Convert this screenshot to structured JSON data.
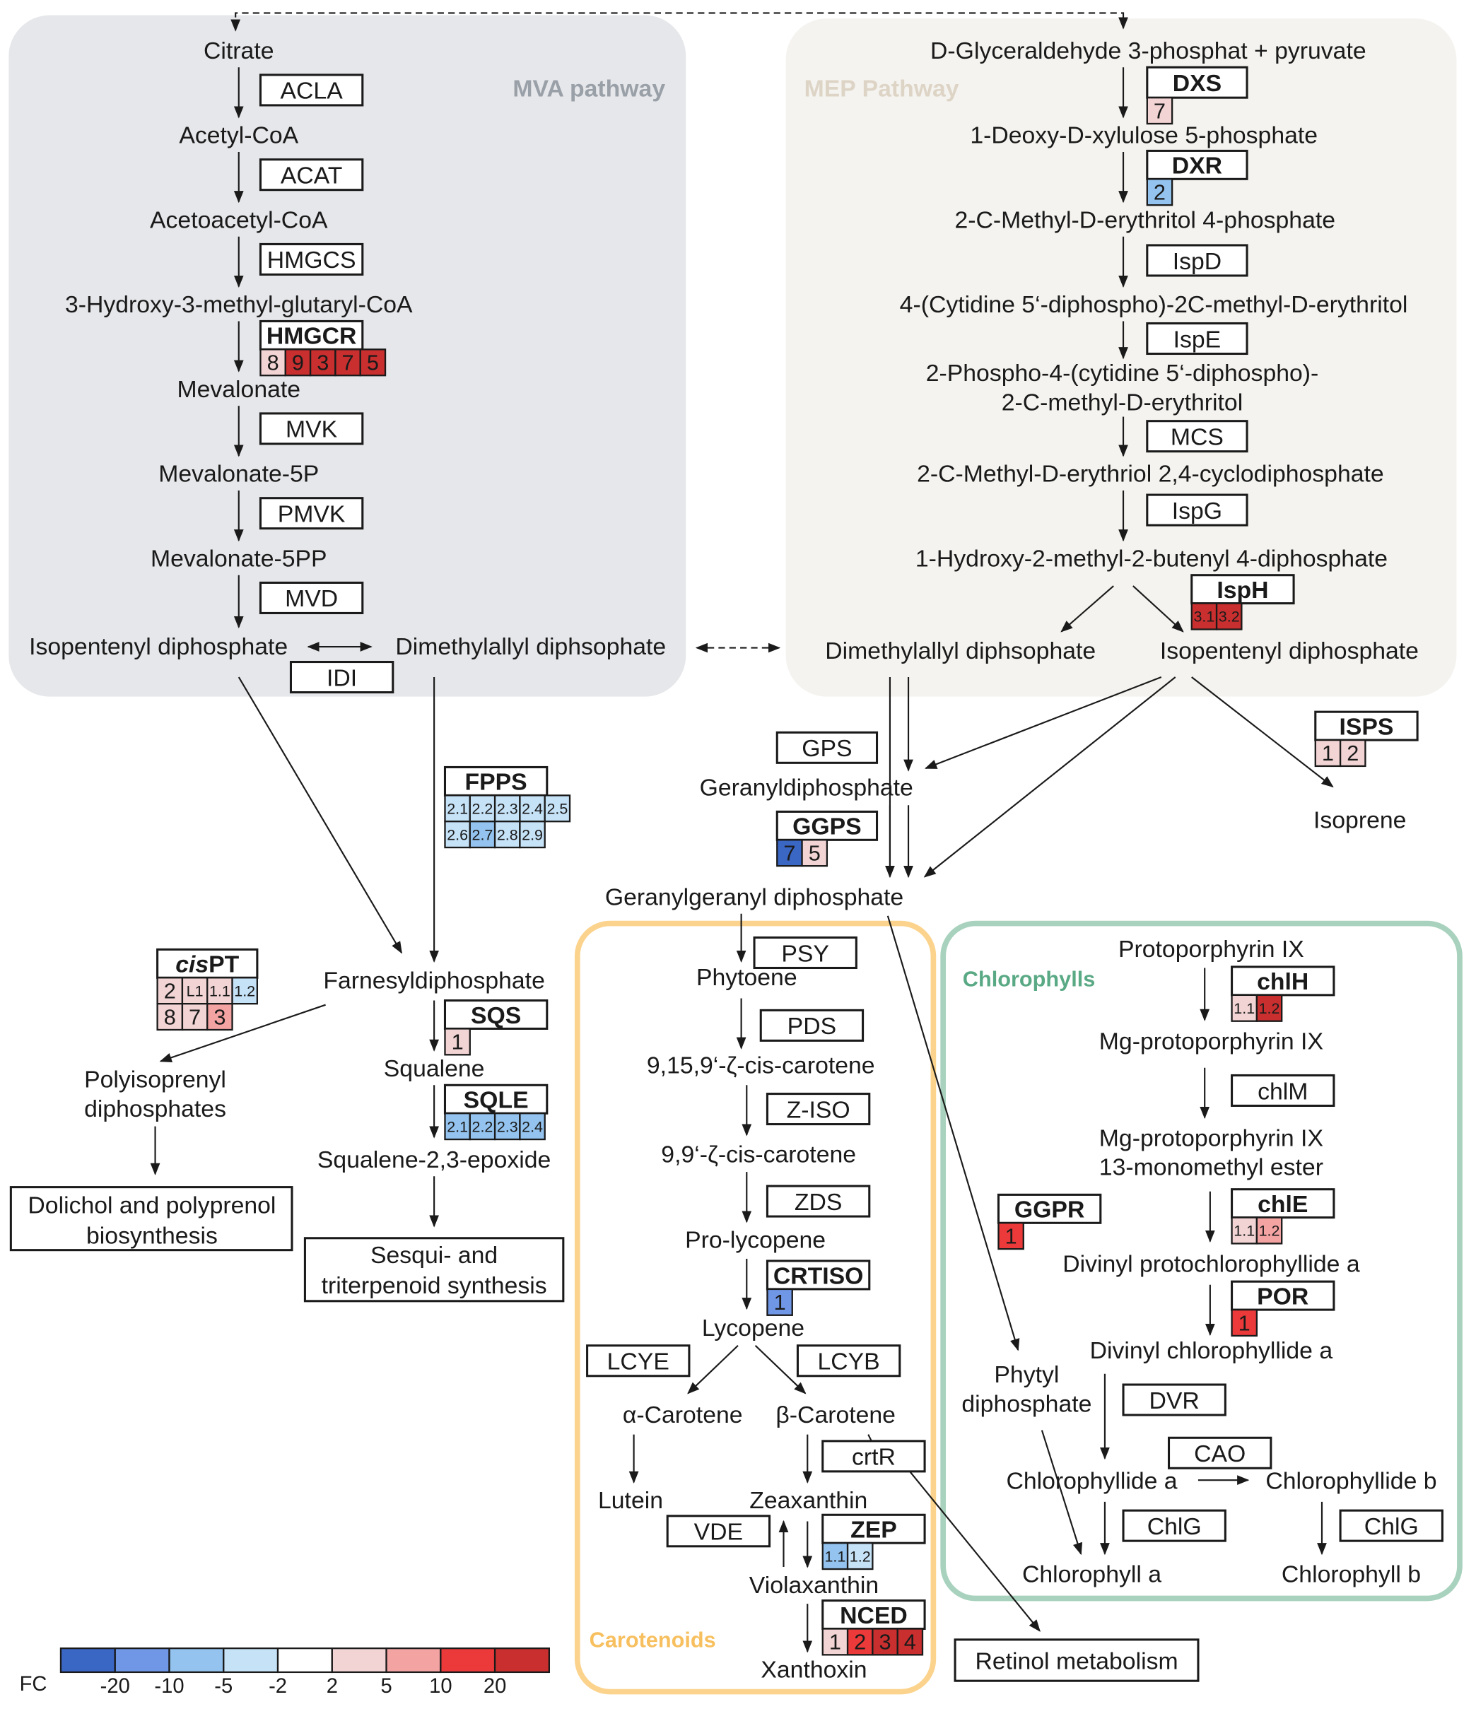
{
  "panels": {
    "mva": "MVA pathway",
    "mep": "MEP Pathway",
    "carotenoids": "Carotenoids",
    "chlorophylls": "Chlorophylls"
  },
  "colors": {
    "mva_bg": "#e6e7ea",
    "mep_bg": "#f4f3ef",
    "mva_title": "#9aa0a8",
    "mep_title": "#ddd4c6",
    "carotenoid_border": "#fbd38d",
    "carotenoid_title": "#f7bf5e",
    "chlorophyll_border": "#a8d2bd",
    "chlorophyll_title": "#5aa985"
  },
  "metabolites": {
    "citrate": "Citrate",
    "acetyl_coa": "Acetyl-CoA",
    "acetoacetyl_coa": "Acetoacetyl-CoA",
    "hmg_coa": "3-Hydroxy-3-methyl-glutaryl-CoA",
    "mevalonate": "Mevalonate",
    "mevalonate_5p": "Mevalonate-5P",
    "mevalonate_5pp": "Mevalonate-5PP",
    "ipp_mva": "Isopentenyl diphosphate",
    "dmapp_mva": "Dimethylallyl diphsophate",
    "gap_pyr": "D-Glyceraldehyde 3-phosphat + pyruvate",
    "dxp": "1-Deoxy-D-xylulose 5-phosphate",
    "mep": "2-C-Methyl-D-erythritol 4-phosphate",
    "cdp_me": "4-(Cytidine 5‘-diphospho)-2C-methyl-D-erythritol",
    "cdp_mep_1": "2-Phospho-4-(cytidine 5‘-diphospho)-",
    "cdp_mep_2": "2-C-methyl-D-erythritol",
    "mecpp": "2-C-Methyl-D-erythriol 2,4-cyclodiphosphate",
    "hmbpp": "1-Hydroxy-2-methyl-2-butenyl 4-diphosphate",
    "dmapp_mep": "Dimethylallyl diphsophate",
    "ipp_mep": "Isopentenyl diphosphate",
    "gpp": "Geranyldiphosphate",
    "isoprene": "Isoprene",
    "ggpp": "Geranylgeranyl diphosphate",
    "fpp": "Farnesyldiphosphate",
    "squalene": "Squalene",
    "squalene_epoxide": "Squalene-2,3-epoxide",
    "polyprenyl_1": "Polyisoprenyl",
    "polyprenyl_2": "diphosphates",
    "phytoene": "Phytoene",
    "zeta_carotene_1": "9,15,9‘-ζ-cis-carotene",
    "zeta_carotene_2": "9,9‘-ζ-cis-carotene",
    "prolycopene": "Pro-lycopene",
    "lycopene": "Lycopene",
    "alpha_carotene": "α-Carotene",
    "beta_carotene": "β-Carotene",
    "lutein": "Lutein",
    "zeaxanthin": "Zeaxanthin",
    "violaxanthin": "Violaxanthin",
    "xanthoxin": "Xanthoxin",
    "protoporphyrin": "Protoporphyrin IX",
    "mg_proto": "Mg-protoporphyrin IX",
    "mg_proto_me_1": "Mg-protoporphyrin IX",
    "mg_proto_me_2": "13-monomethyl ester",
    "dv_pchlide": "Divinyl protochlorophyllide a",
    "dv_chlide": "Divinyl chlorophyllide a",
    "phytyl_1": "Phytyl",
    "phytyl_2": "diphosphate",
    "chlide_a": "Chlorophyllide a",
    "chlide_b": "Chlorophyllide b",
    "chl_a": "Chlorophyll a",
    "chl_b": "Chlorophyll b"
  },
  "endpoints": {
    "dolichol_1": "Dolichol and polyprenol",
    "dolichol_2": "biosynthesis",
    "sesqui_1": "Sesqui- and",
    "sesqui_2": "triterpenoid synthesis",
    "retinol": "Retinol metabolism"
  },
  "enzymes": [
    {
      "id": "ACLA",
      "label": "ACLA",
      "bold": false,
      "cells": []
    },
    {
      "id": "ACAT",
      "label": "ACAT",
      "bold": false,
      "cells": []
    },
    {
      "id": "HMGCS",
      "label": "HMGCS",
      "bold": false,
      "cells": []
    },
    {
      "id": "HMGCR",
      "label": "HMGCR",
      "bold": true,
      "cells": [
        [
          {
            "t": "8",
            "fc": 2
          },
          {
            "t": "9",
            "fc": 20
          },
          {
            "t": "3",
            "fc": 20
          },
          {
            "t": "7",
            "fc": 20
          },
          {
            "t": "5",
            "fc": 20
          }
        ]
      ]
    },
    {
      "id": "MVK",
      "label": "MVK",
      "bold": false,
      "cells": []
    },
    {
      "id": "PMVK",
      "label": "PMVK",
      "bold": false,
      "cells": []
    },
    {
      "id": "MVD",
      "label": "MVD",
      "bold": false,
      "cells": []
    },
    {
      "id": "IDI",
      "label": "IDI",
      "bold": false,
      "cells": []
    },
    {
      "id": "DXS",
      "label": "DXS",
      "bold": true,
      "cells": [
        [
          {
            "t": "7",
            "fc": 2
          }
        ]
      ]
    },
    {
      "id": "DXR",
      "label": "DXR",
      "bold": true,
      "cells": [
        [
          {
            "t": "2",
            "fc": -5
          }
        ]
      ]
    },
    {
      "id": "IspD",
      "label": "IspD",
      "bold": false,
      "cells": []
    },
    {
      "id": "IspE",
      "label": "IspE",
      "bold": false,
      "cells": []
    },
    {
      "id": "MCS",
      "label": "MCS",
      "bold": false,
      "cells": []
    },
    {
      "id": "IspG",
      "label": "IspG",
      "bold": false,
      "cells": []
    },
    {
      "id": "IspH",
      "label": "IspH",
      "bold": true,
      "cells": [
        [
          {
            "t": "3.1",
            "fc": 20
          },
          {
            "t": "3.2",
            "fc": 20
          }
        ]
      ]
    },
    {
      "id": "GPS",
      "label": "GPS",
      "bold": false,
      "cells": []
    },
    {
      "id": "ISPS",
      "label": "ISPS",
      "bold": true,
      "cells": [
        [
          {
            "t": "1",
            "fc": 2
          },
          {
            "t": "2",
            "fc": 2
          }
        ]
      ]
    },
    {
      "id": "GGPS",
      "label": "GGPS",
      "bold": true,
      "cells": [
        [
          {
            "t": "7",
            "fc": -20
          },
          {
            "t": "5",
            "fc": 2
          }
        ]
      ]
    },
    {
      "id": "FPPS",
      "label": "FPPS",
      "bold": true,
      "cells": [
        [
          {
            "t": "2.1",
            "fc": -2
          },
          {
            "t": "2.2",
            "fc": -2
          },
          {
            "t": "2.3",
            "fc": -2
          },
          {
            "t": "2.4",
            "fc": -2
          },
          {
            "t": "2.5",
            "fc": -2
          }
        ],
        [
          {
            "t": "2.6",
            "fc": -2
          },
          {
            "t": "2.7",
            "fc": -5
          },
          {
            "t": "2.8",
            "fc": -2
          },
          {
            "t": "2.9",
            "fc": -2
          }
        ]
      ]
    },
    {
      "id": "cisPT",
      "label": "cisPT",
      "bold": true,
      "cells": [
        [
          {
            "t": "2",
            "fc": 2
          },
          {
            "t": "L1",
            "fc": 2
          },
          {
            "t": "1.1",
            "fc": 2
          },
          {
            "t": "1.2",
            "fc": -2
          }
        ],
        [
          {
            "t": "8",
            "fc": 2
          },
          {
            "t": "7",
            "fc": 2
          },
          {
            "t": "3",
            "fc": 5
          }
        ]
      ]
    },
    {
      "id": "SQS",
      "label": "SQS",
      "bold": true,
      "cells": [
        [
          {
            "t": "1",
            "fc": 2
          }
        ]
      ]
    },
    {
      "id": "SQLE",
      "label": "SQLE",
      "bold": true,
      "cells": [
        [
          {
            "t": "2.1",
            "fc": -5
          },
          {
            "t": "2.2",
            "fc": -5
          },
          {
            "t": "2.3",
            "fc": -5
          },
          {
            "t": "2.4",
            "fc": -5
          }
        ]
      ]
    },
    {
      "id": "PSY",
      "label": "PSY",
      "bold": false,
      "cells": []
    },
    {
      "id": "PDS",
      "label": "PDS",
      "bold": false,
      "cells": []
    },
    {
      "id": "Z-ISO",
      "label": "Z-ISO",
      "bold": false,
      "cells": []
    },
    {
      "id": "ZDS",
      "label": "ZDS",
      "bold": false,
      "cells": []
    },
    {
      "id": "CRTISO",
      "label": "CRTISO",
      "bold": true,
      "cells": [
        [
          {
            "t": "1",
            "fc": -10
          }
        ]
      ]
    },
    {
      "id": "LCYE",
      "label": "LCYE",
      "bold": false,
      "cells": []
    },
    {
      "id": "LCYB",
      "label": "LCYB",
      "bold": false,
      "cells": []
    },
    {
      "id": "crtR",
      "label": "crtR",
      "bold": false,
      "cells": []
    },
    {
      "id": "VDE",
      "label": "VDE",
      "bold": false,
      "cells": []
    },
    {
      "id": "ZEP",
      "label": "ZEP",
      "bold": true,
      "cells": [
        [
          {
            "t": "1.1",
            "fc": -5
          },
          {
            "t": "1.2",
            "fc": -2
          }
        ]
      ]
    },
    {
      "id": "NCED",
      "label": "NCED",
      "bold": true,
      "cells": [
        [
          {
            "t": "1",
            "fc": 2
          },
          {
            "t": "2",
            "fc": 10
          },
          {
            "t": "3",
            "fc": 20
          },
          {
            "t": "4",
            "fc": 20
          }
        ]
      ]
    },
    {
      "id": "chlH",
      "label": "chlH",
      "bold": true,
      "cells": [
        [
          {
            "t": "1.1",
            "fc": 2
          },
          {
            "t": "1.2",
            "fc": 20
          }
        ]
      ]
    },
    {
      "id": "chlM",
      "label": "chlM",
      "bold": false,
      "cells": []
    },
    {
      "id": "GGPR",
      "label": "GGPR",
      "bold": true,
      "cells": [
        [
          {
            "t": "1",
            "fc": 10
          }
        ]
      ]
    },
    {
      "id": "chlE",
      "label": "chlE",
      "bold": true,
      "cells": [
        [
          {
            "t": "1.1",
            "fc": 2
          },
          {
            "t": "1.2",
            "fc": 5
          }
        ]
      ]
    },
    {
      "id": "POR",
      "label": "POR",
      "bold": true,
      "cells": [
        [
          {
            "t": "1",
            "fc": 10
          }
        ]
      ]
    },
    {
      "id": "DVR",
      "label": "DVR",
      "bold": false,
      "cells": []
    },
    {
      "id": "CAO",
      "label": "CAO",
      "bold": false,
      "cells": []
    },
    {
      "id": "ChlG_a",
      "label": "ChlG",
      "bold": false,
      "cells": []
    },
    {
      "id": "ChlG_b",
      "label": "ChlG",
      "bold": false,
      "cells": []
    }
  ],
  "fc_scale": {
    "label": "FC",
    "colors": [
      "#3a66c4",
      "#6f97e6",
      "#93c3ee",
      "#c6e2f7",
      "#ffffff",
      "#f2d4d4",
      "#f4a3a3",
      "#ec3a3a",
      "#c92f2f"
    ],
    "ticks": [
      "-20",
      "-10",
      "-5",
      "-2",
      "2",
      "5",
      "10",
      "20"
    ],
    "bins": [
      {
        "fc": -20,
        "color": "#3a66c4"
      },
      {
        "fc": -10,
        "color": "#6f97e6"
      },
      {
        "fc": -5,
        "color": "#93c3ee"
      },
      {
        "fc": -2,
        "color": "#c6e2f7"
      },
      {
        "fc": 2,
        "color": "#f2d4d4"
      },
      {
        "fc": 5,
        "color": "#f4a3a3"
      },
      {
        "fc": 10,
        "color": "#ec3a3a"
      },
      {
        "fc": 20,
        "color": "#c92f2f"
      }
    ]
  }
}
